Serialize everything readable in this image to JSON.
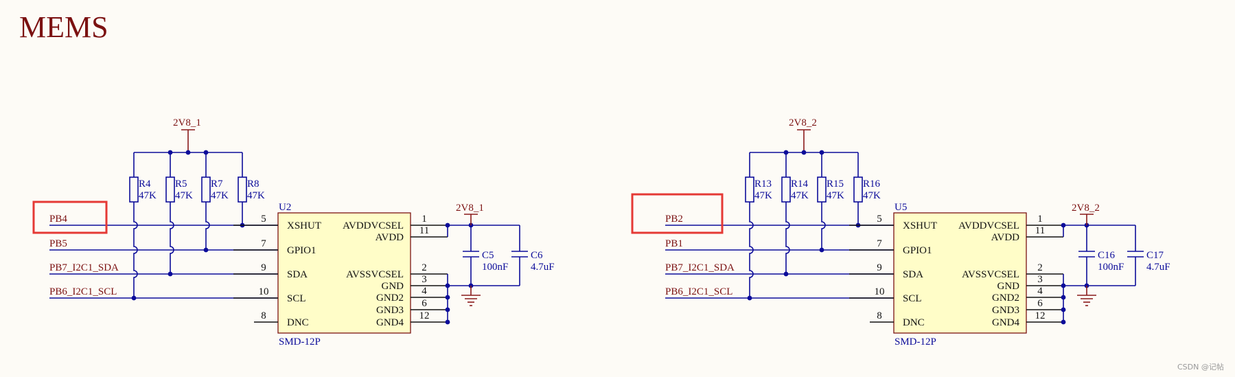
{
  "title": "MEMS",
  "watermark": "CSDN @记帖",
  "colors": {
    "wire": "#0c0c9a",
    "label": "#7b1111",
    "chip_fill": "#fffdc8",
    "highlight": "#e53935"
  },
  "blocks": [
    {
      "power": "2V8_1",
      "chip_ref": "U2",
      "package": "SMD-12P",
      "resistors": [
        {
          "ref": "R4",
          "value": "47K"
        },
        {
          "ref": "R5",
          "value": "47K"
        },
        {
          "ref": "R7",
          "value": "47K"
        },
        {
          "ref": "R8",
          "value": "47K"
        }
      ],
      "nets": [
        "PB4",
        "PB5",
        "PB7_I2C1_SDA",
        "PB6_I2C1_SCL"
      ],
      "left_pins": [
        {
          "num": "5",
          "name": "XSHUT"
        },
        {
          "num": "7",
          "name": "GPIO1"
        },
        {
          "num": "9",
          "name": "SDA"
        },
        {
          "num": "10",
          "name": "SCL"
        },
        {
          "num": "8",
          "name": "DNC"
        }
      ],
      "right_pins": [
        {
          "num": "1",
          "name": "AVDDVCSEL"
        },
        {
          "num": "11",
          "name": "AVDD"
        },
        {
          "num": "2",
          "name": "AVSSVCSEL"
        },
        {
          "num": "3",
          "name": "GND"
        },
        {
          "num": "4",
          "name": "GND2"
        },
        {
          "num": "6",
          "name": "GND3"
        },
        {
          "num": "12",
          "name": "GND4"
        }
      ],
      "caps": [
        {
          "ref": "C5",
          "value": "100nF"
        },
        {
          "ref": "C6",
          "value": "4.7uF"
        }
      ],
      "highlighted_net": "PB4"
    },
    {
      "power": "2V8_2",
      "chip_ref": "U5",
      "package": "SMD-12P",
      "resistors": [
        {
          "ref": "R13",
          "value": "47K"
        },
        {
          "ref": "R14",
          "value": "47K"
        },
        {
          "ref": "R15",
          "value": "47K"
        },
        {
          "ref": "R16",
          "value": "47K"
        }
      ],
      "nets": [
        "PB2",
        "PB1",
        "PB7_I2C1_SDA",
        "PB6_I2C1_SCL"
      ],
      "left_pins": [
        {
          "num": "5",
          "name": "XSHUT"
        },
        {
          "num": "7",
          "name": "GPIO1"
        },
        {
          "num": "9",
          "name": "SDA"
        },
        {
          "num": "10",
          "name": "SCL"
        },
        {
          "num": "8",
          "name": "DNC"
        }
      ],
      "right_pins": [
        {
          "num": "1",
          "name": "AVDDVCSEL"
        },
        {
          "num": "11",
          "name": "AVDD"
        },
        {
          "num": "2",
          "name": "AVSSVCSEL"
        },
        {
          "num": "3",
          "name": "GND"
        },
        {
          "num": "4",
          "name": "GND2"
        },
        {
          "num": "6",
          "name": "GND3"
        },
        {
          "num": "12",
          "name": "GND4"
        }
      ],
      "caps": [
        {
          "ref": "C16",
          "value": "100nF"
        },
        {
          "ref": "C17",
          "value": "4.7uF"
        }
      ],
      "highlighted_net": "PB2"
    }
  ]
}
